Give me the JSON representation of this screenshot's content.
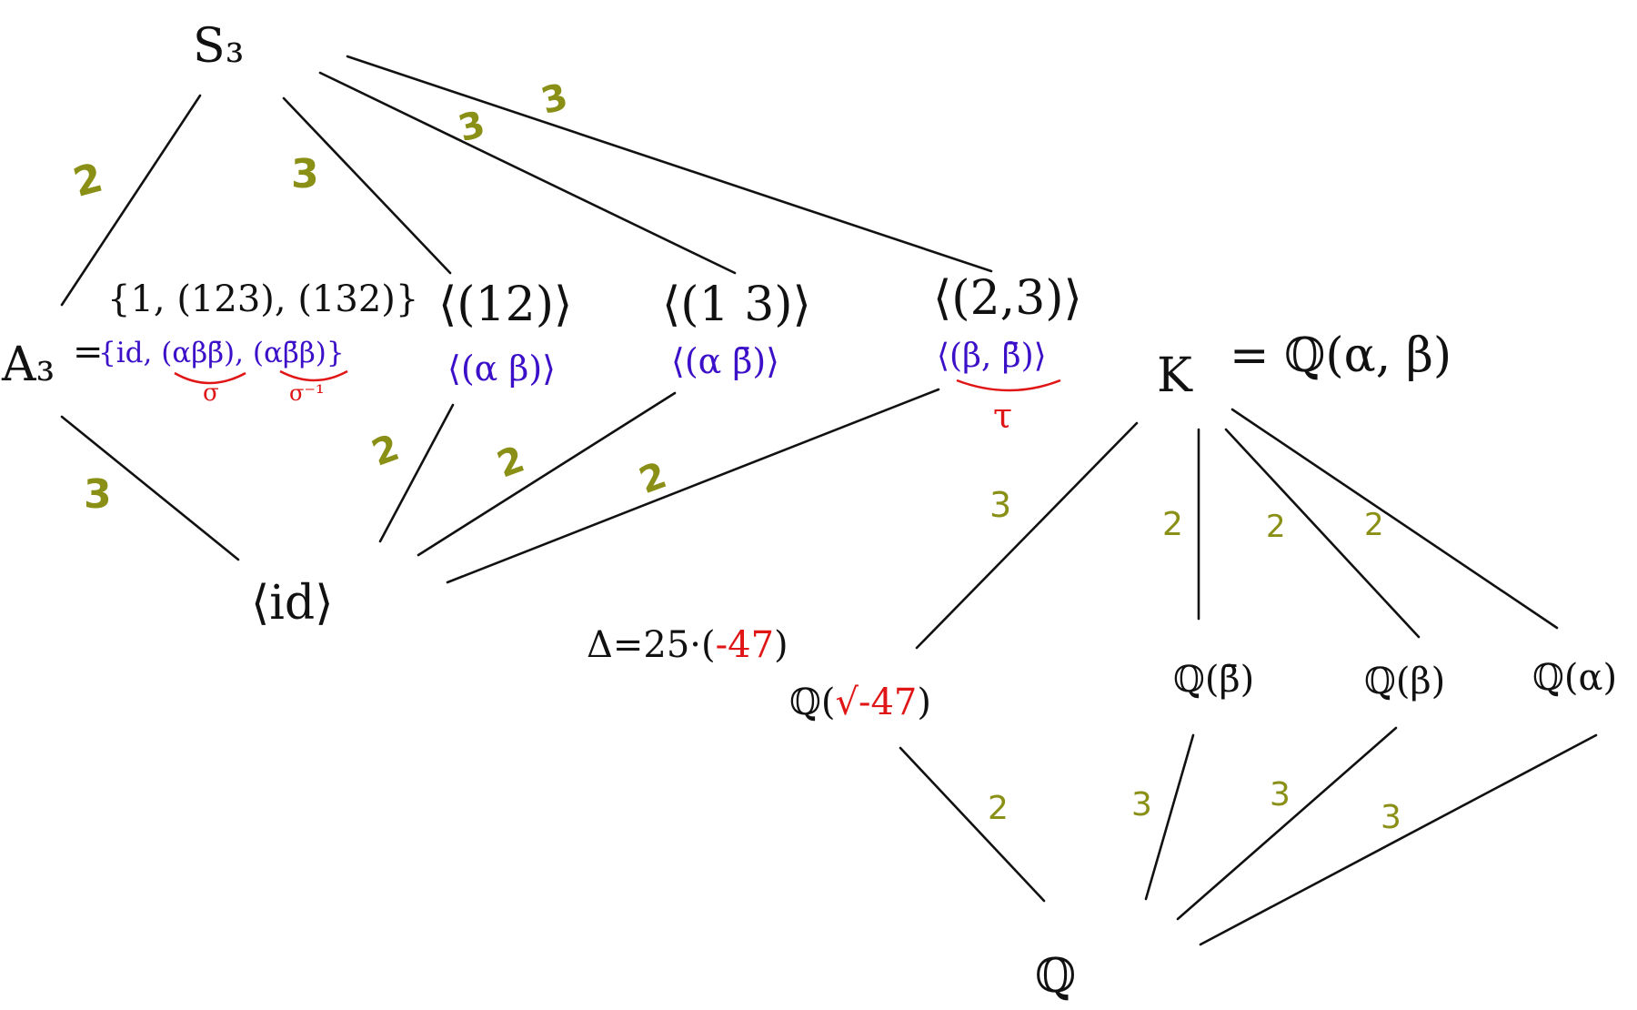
{
  "colors": {
    "ink": "#111111",
    "blue": "#3b10c8",
    "red": "#e01515",
    "degree": "#8a8f16"
  },
  "group_lattice": {
    "s3": "S₃",
    "a3": "A₃",
    "a3_eq": "=",
    "a3_cycles": "{1, (123), (132)}",
    "a3_roots": "{id, (αββ̄), (αβ̄β)}",
    "a3_sigma": "σ",
    "a3_sigma_inv": "σ⁻¹",
    "h12": "⟨(12)⟩",
    "h12_roots": "⟨(α β)⟩",
    "h13": "⟨(1 3)⟩",
    "h13_roots": "⟨(α  β̄)⟩",
    "h23": "⟨(2,3)⟩",
    "h23_roots": "⟨(β, β̄)⟩",
    "h23_tau": "τ",
    "trivial": "⟨id⟩"
  },
  "field_lattice": {
    "k": "K",
    "k_eq": "= ℚ(α, β)",
    "q_sqrt_prefix": "ℚ(",
    "q_sqrt_root": "√-47",
    "q_sqrt_suffix": ")",
    "q_betabar": "ℚ(β̄)",
    "q_beta": "ℚ(β)",
    "q_alpha": "ℚ(α)",
    "q": "ℚ"
  },
  "discriminant": {
    "prefix": "Δ=25·(",
    "value": "-47",
    "suffix": ")"
  },
  "degrees": {
    "s3_a3": "2",
    "s3_h12": "3",
    "s3_h13": "3",
    "s3_h23": "3",
    "a3_id": "3",
    "h12_id": "2",
    "h13_id": "2",
    "h23_id": "2",
    "k_qsqrt": "3",
    "k_qbetabar": "2",
    "k_qbeta": "2",
    "k_qalpha": "2",
    "qsqrt_q": "2",
    "qbetabar_q": "3",
    "qbeta_q": "3",
    "qalpha_q": "3"
  }
}
